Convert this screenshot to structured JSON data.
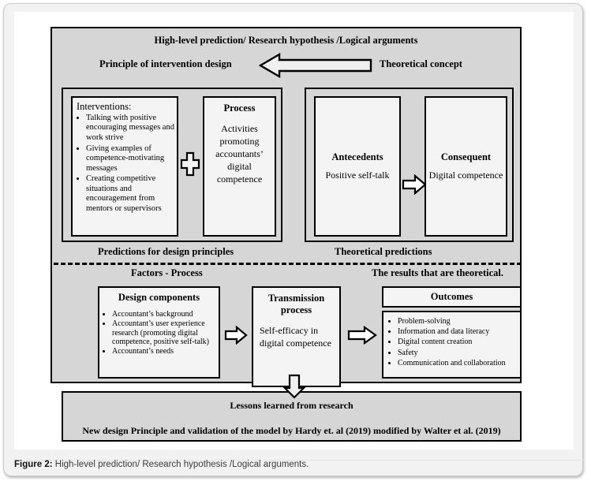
{
  "figure": {
    "caption_label": "Figure 2:",
    "caption_text": " High-level prediction/ Research hypothesis /Logical arguments."
  },
  "header": {
    "title": "High-level prediction/ Research hypothesis /Logical arguments",
    "left_label": "Principle of intervention design",
    "right_label": "Theoretical concept",
    "arrow": "left-block-arrow"
  },
  "upper": {
    "interventions": {
      "title": "Interventions:",
      "bullets": [
        "Talking with positive encouraging messages and work strive",
        "Giving examples of competence-motivating messages",
        "Creating competitive situations and encouragement from mentors or supervisors"
      ]
    },
    "connector": "plus-sign",
    "process": {
      "title": "Process",
      "body": "Activities promoting accountants’ digital competence"
    },
    "antecedents": {
      "title": "Antecedents",
      "body": "Positive self-talk"
    },
    "consequent": {
      "title": "Consequent",
      "body": "Digital competence"
    }
  },
  "middle": {
    "left_label": "Predictions for design principles",
    "right_label": "Theoretical predictions",
    "sub_left_label": "Factors - Process",
    "sub_right_label": "The results that are theoretical."
  },
  "lower": {
    "design_components": {
      "title": "Design components",
      "bullets": [
        "Accountant’s background",
        "Accountant’s user experience research (promoting digital competence, positive self-talk)",
        "Accountant’s needs"
      ]
    },
    "transmission": {
      "title": "Transmission process",
      "body": "Self-efficacy in digital competence"
    },
    "outcomes": {
      "title": "Outcomes",
      "bullets": [
        "Problem-solving",
        "Information and data literacy",
        "Digital content creation",
        "Safety",
        "Communication and collaboration"
      ]
    }
  },
  "bottom": {
    "line1": "Lessons learned from research",
    "line2": "New design Principle and validation of the model by Hardy et. al (2019) modified by Walter et al. (2019)"
  },
  "colors": {
    "panel_gray": "#d6d6d6",
    "box_white": "#f4f4f4",
    "page_gray": "#f2f2f2",
    "outline": "#000000"
  }
}
